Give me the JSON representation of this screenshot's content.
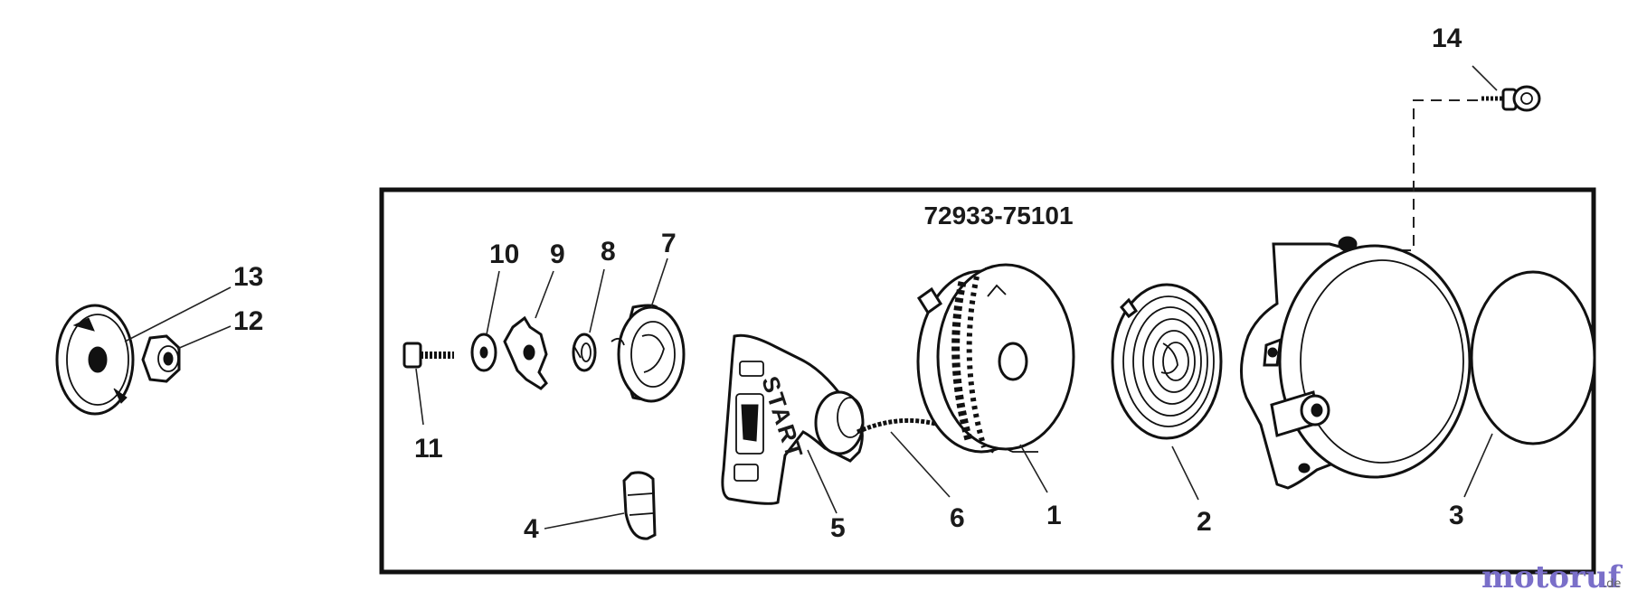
{
  "assembly_number": "72933-75101",
  "grip_text": "START",
  "callouts": {
    "c1": "1",
    "c2": "2",
    "c3": "3",
    "c4": "4",
    "c5": "5",
    "c6": "6",
    "c7": "7",
    "c8": "8",
    "c9": "9",
    "c10": "10",
    "c11": "11",
    "c12": "12",
    "c13": "13",
    "c14": "14"
  },
  "watermark": {
    "name": "motoruf",
    "tld": ".de",
    "color": "#7a6fc9"
  }
}
